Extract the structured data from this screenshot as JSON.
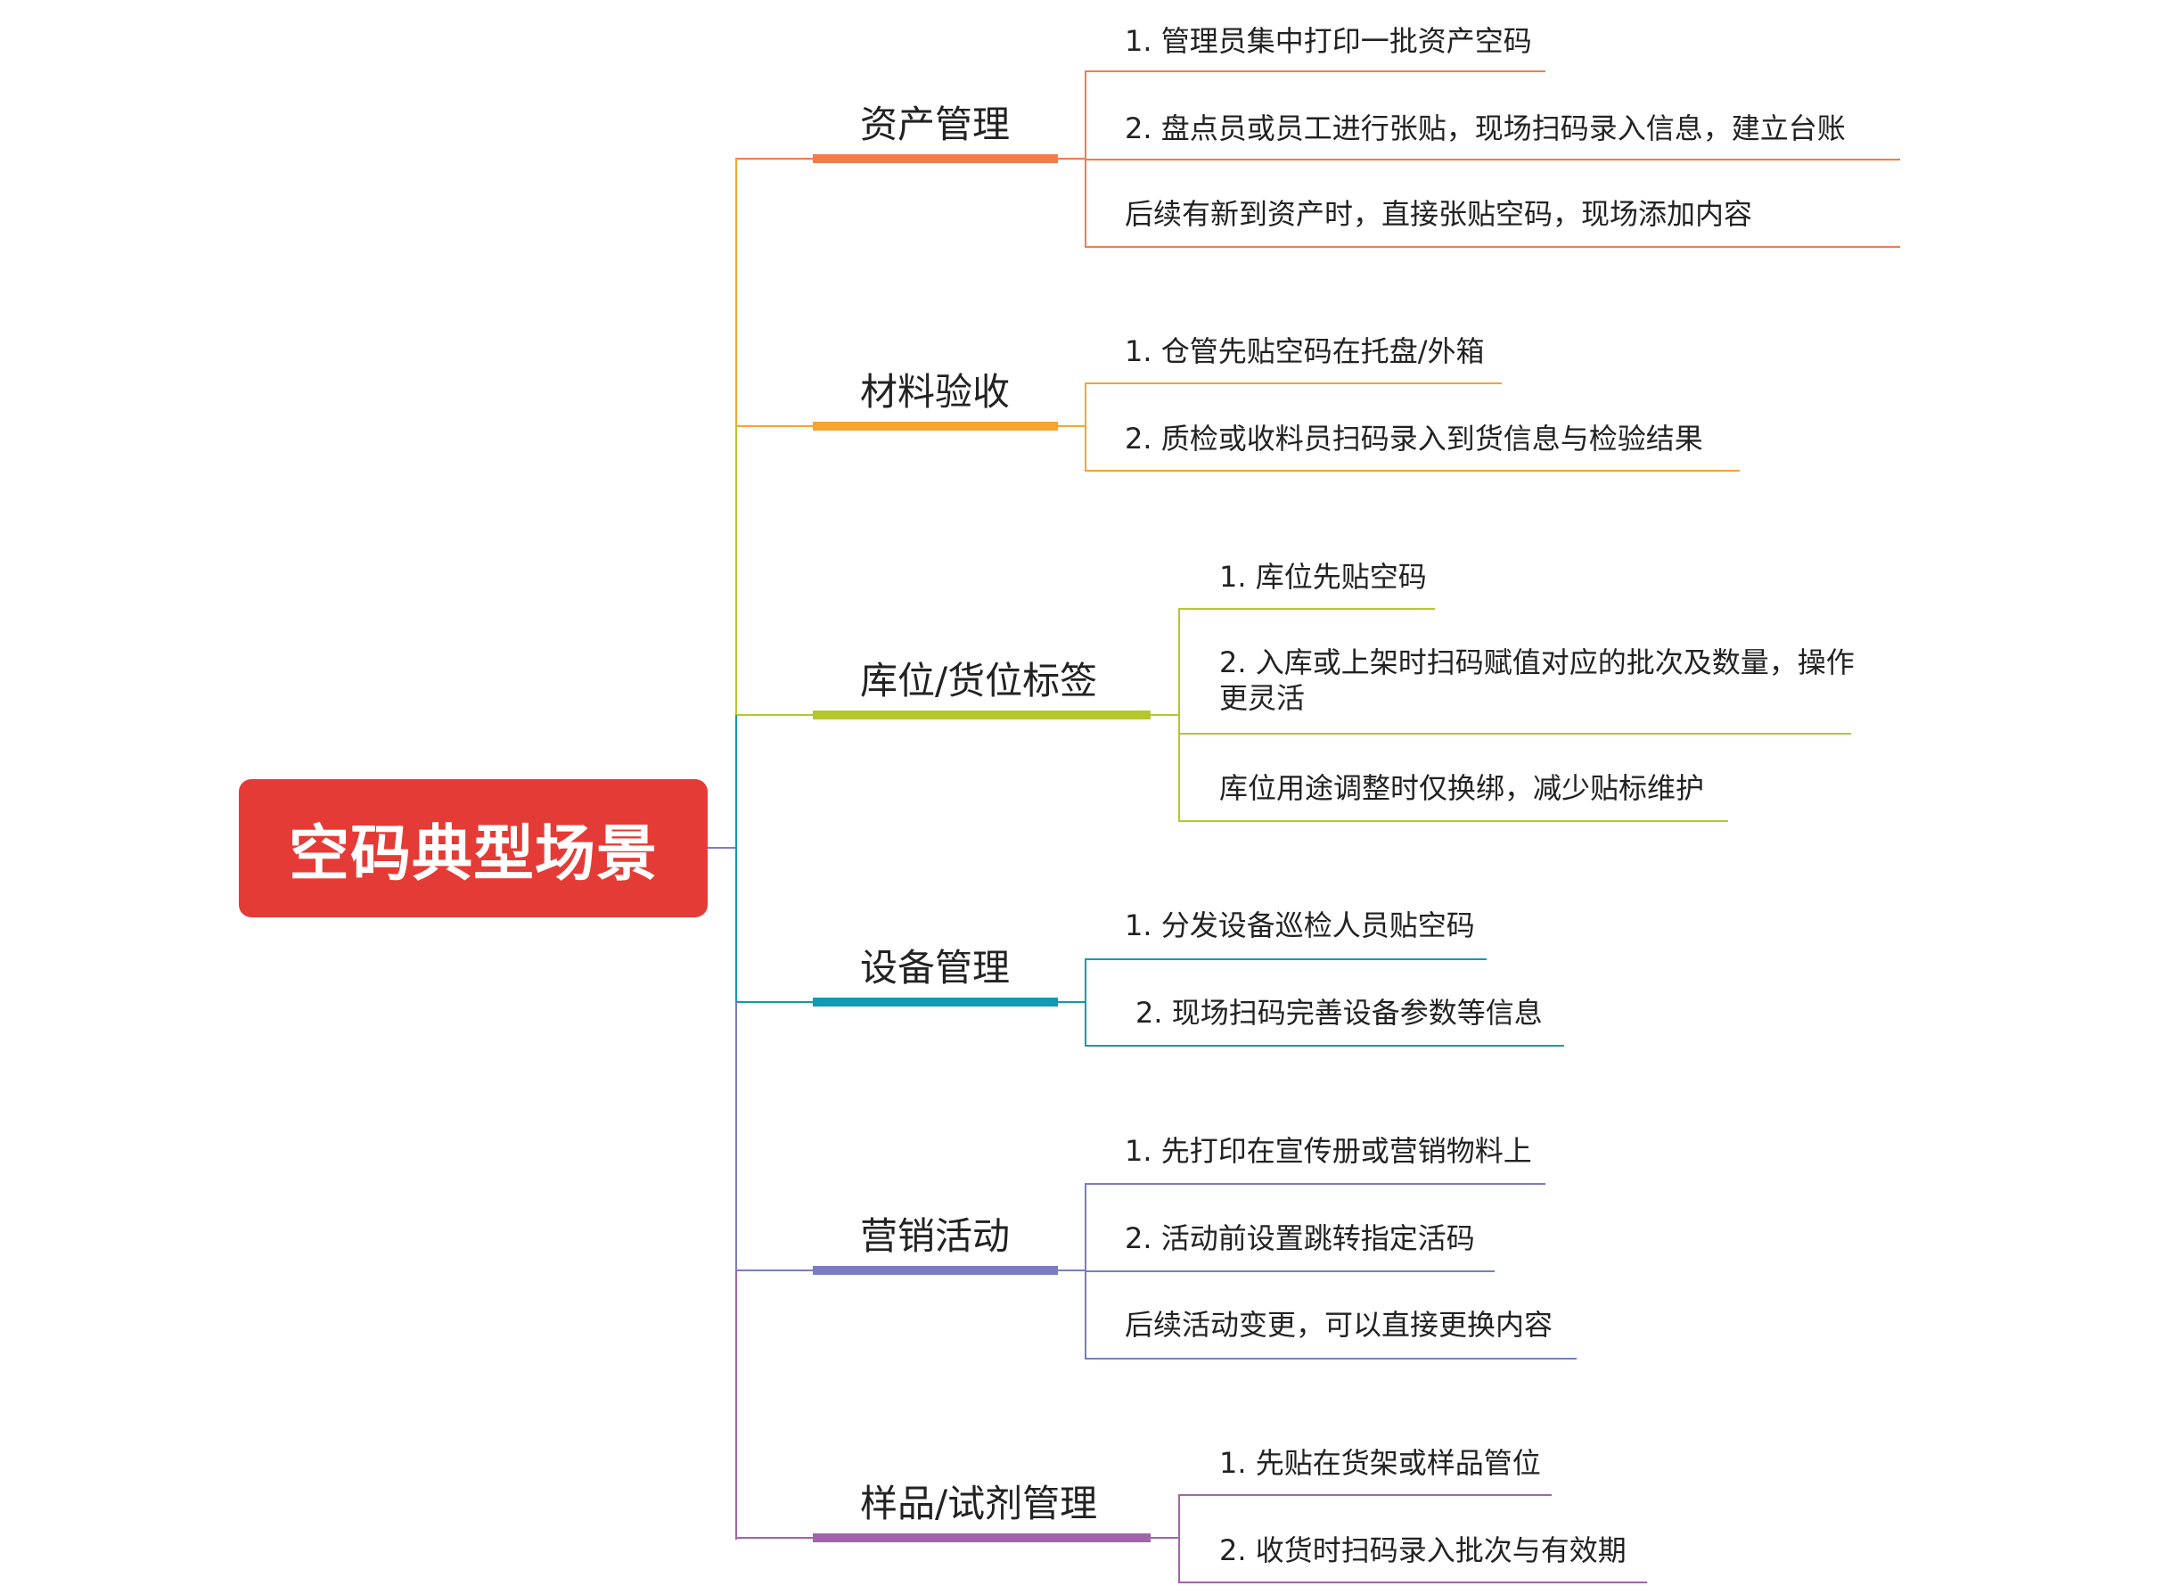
{
  "root": {
    "label": "空码典型场景",
    "color": "#E53B36"
  },
  "branches": [
    {
      "label": "资产管理",
      "color": "#F47B4A",
      "children": [
        "1. 管理员集中打印一批资产空码",
        "2. 盘点员或员工进行张贴，现场扫码录入信息，建立台账",
        "后续有新到资产时，直接张贴空码，现场添加内容"
      ]
    },
    {
      "label": "材料验收",
      "color": "#F6A52E",
      "children": [
        "1. 仓管先贴空码在托盘/外箱",
        "2.  质检或收料员扫码录入到货信息与检验结果"
      ]
    },
    {
      "label": "库位/货位标签",
      "color": "#B4C82E",
      "children": [
        "1. 库位先贴空码",
        "2. 入库或上架时扫码赋值对应的批次及数量，操作更灵活",
        "库位用途调整时仅换绑，减少贴标维护"
      ]
    },
    {
      "label": "设备管理",
      "color": "#109AB4",
      "children": [
        "1. 分发设备巡检人员贴空码",
        "2. 现场扫码完善设备参数等信息"
      ]
    },
    {
      "label": "营销活动",
      "color": "#7A7CC2",
      "children": [
        "1. 先打印在宣传册或营销物料上",
        "2. 活动前设置跳转指定活码",
        "后续活动变更，可以直接更换内容"
      ]
    },
    {
      "label": "样品/试剂管理",
      "color": "#A362AC",
      "children": [
        "1. 先贴在货架或样品管位",
        "2. 收货时扫码录入批次与有效期"
      ]
    }
  ]
}
